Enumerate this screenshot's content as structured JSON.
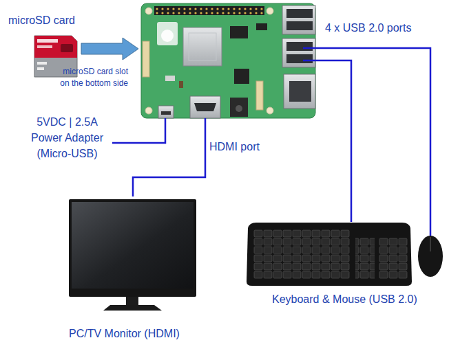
{
  "diagram": {
    "labels": [
      "microSD card",
      "4 x USB 2.0 ports",
      "microSD card slot on the bottom side",
      "5VDC | 2.5A Power Adapter (Micro-USB)",
      "HDMI port",
      "Keyboard & Mouse (USB 2.0)",
      "PC/TV Monitor (HDMI)"
    ]
  }
}
